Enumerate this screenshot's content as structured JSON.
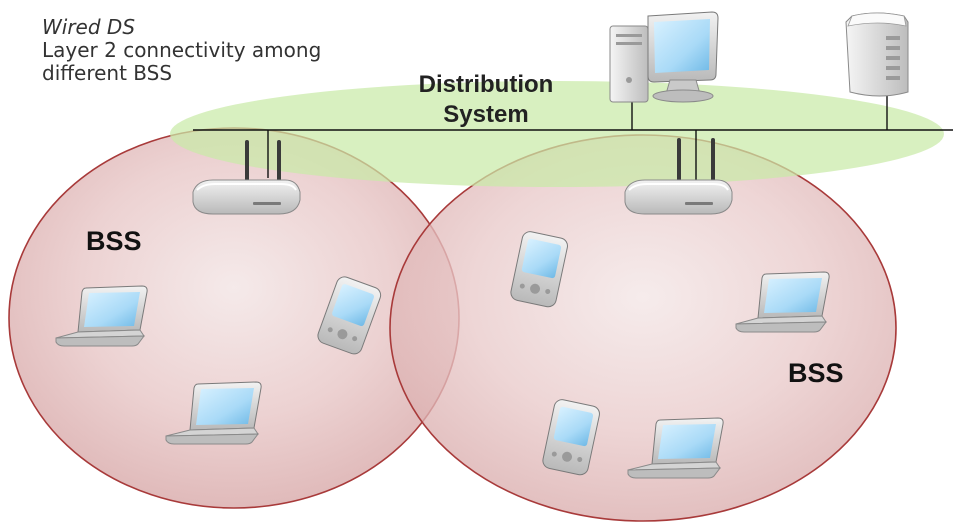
{
  "caption": {
    "title": "Wired DS",
    "line1": "Layer 2 connectivity among",
    "line2": "different  BSS"
  },
  "distribution_system": {
    "line1": "Distribution",
    "line2": "System"
  },
  "bss_left": {
    "label": "BSS"
  },
  "bss_right": {
    "label": "BSS"
  },
  "colors": {
    "ds_ellipse": "#d6efc0",
    "bss_fill_light": "#f1e4e4",
    "bss_fill_dark": "#d9aeae",
    "bss_stroke": "#a83a3a",
    "bus_line": "#111111"
  }
}
